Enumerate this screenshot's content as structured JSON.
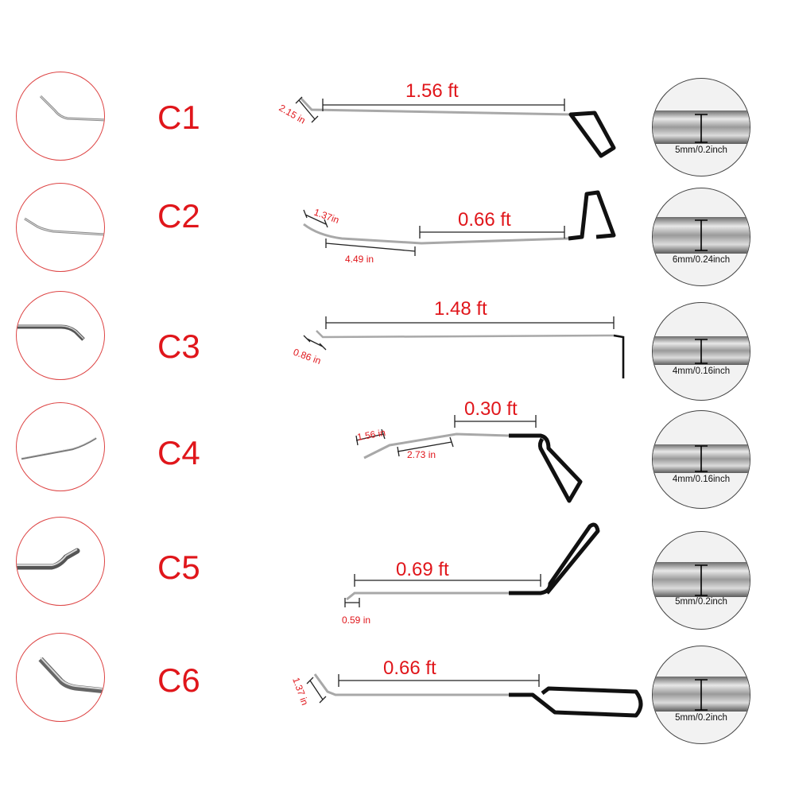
{
  "tools": [
    {
      "code": "C1",
      "length_label": "1.56 ft",
      "tip_label": "2.15 in",
      "diameter_label": "5mm/0.2inch"
    },
    {
      "code": "C2",
      "length_label": "0.66 ft",
      "tip_label": "1.37in",
      "mid_label": "4.49 in",
      "diameter_label": "6mm/0.24inch"
    },
    {
      "code": "C3",
      "length_label": "1.48 ft",
      "tip_label": "0.86 in",
      "diameter_label": "4mm/0.16inch"
    },
    {
      "code": "C4",
      "length_label": "0.30 ft",
      "tip_label": "1.56 in",
      "mid_label": "2.73 in",
      "diameter_label": "4mm/0.16inch"
    },
    {
      "code": "C5",
      "length_label": "0.69 ft",
      "tip_label": "0.59 in",
      "diameter_label": "5mm/0.2inch"
    },
    {
      "code": "C6",
      "length_label": "0.66 ft",
      "tip_label": "1.37 in",
      "diameter_label": "5mm/0.2inch"
    }
  ],
  "colors": {
    "label_red": "#e0161b",
    "circle_red": "#d44",
    "rod_steel": "#a8a8a8",
    "handle_black": "#111111"
  }
}
